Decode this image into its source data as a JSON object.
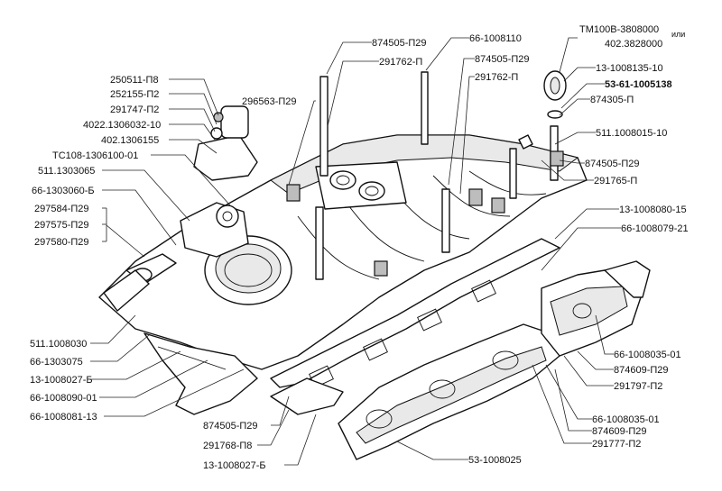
{
  "labels": {
    "l250511": "250511-П8",
    "l252155": "252155-П2",
    "l291747": "291747-П2",
    "l4022": "4022.1306032-10",
    "l402": "402.1306155",
    "lTC108": "ТС108-1306100-01",
    "l511_1303065": "511.1303065",
    "l66_1303060": "66-1303060-Б",
    "l297584": "297584-П29",
    "l297575": "297575-П29",
    "l297580": "297580-П29",
    "l511_1008030": "511.1008030",
    "l66_1303075": "66-1303075",
    "l13_1008027_a": "13-1008027-Б",
    "l66_1008090": "66-1008090-01",
    "l66_1008081": "66-1008081-13",
    "l874505_top": "874505-П29",
    "l291762_top": "291762-П",
    "l296563": "296563-П29",
    "l66_1008110": "66-1008110",
    "l874505_mid": "874505-П29",
    "l291762_mid": "291762-П",
    "lTM100": "ТМ100В-3808000",
    "lili": "или",
    "l402_3828": "402.3828000",
    "l13_1008135": "13-1008135-10",
    "l53_61": "53-61-1005138",
    "l874305": "874305-П",
    "l511_1008015": "511.1008015-10",
    "l874505_r": "874505-П29",
    "l291765": "291765-П",
    "l13_1008080": "13-1008080-15",
    "l66_1008079": "66-1008079-21",
    "l66_1008035_a": "66-1008035-01",
    "l874609_a": "874609-П29",
    "l291797": "291797-П2",
    "l66_1008035_b": "66-1008035-01",
    "l874609_b": "874609-П29",
    "l291777": "291777-П2",
    "l53_1008025": "53-1008025",
    "l874505_bot": "874505-П29",
    "l291768": "291768-П8",
    "l13_1008027_b": "13-1008027-Б"
  }
}
